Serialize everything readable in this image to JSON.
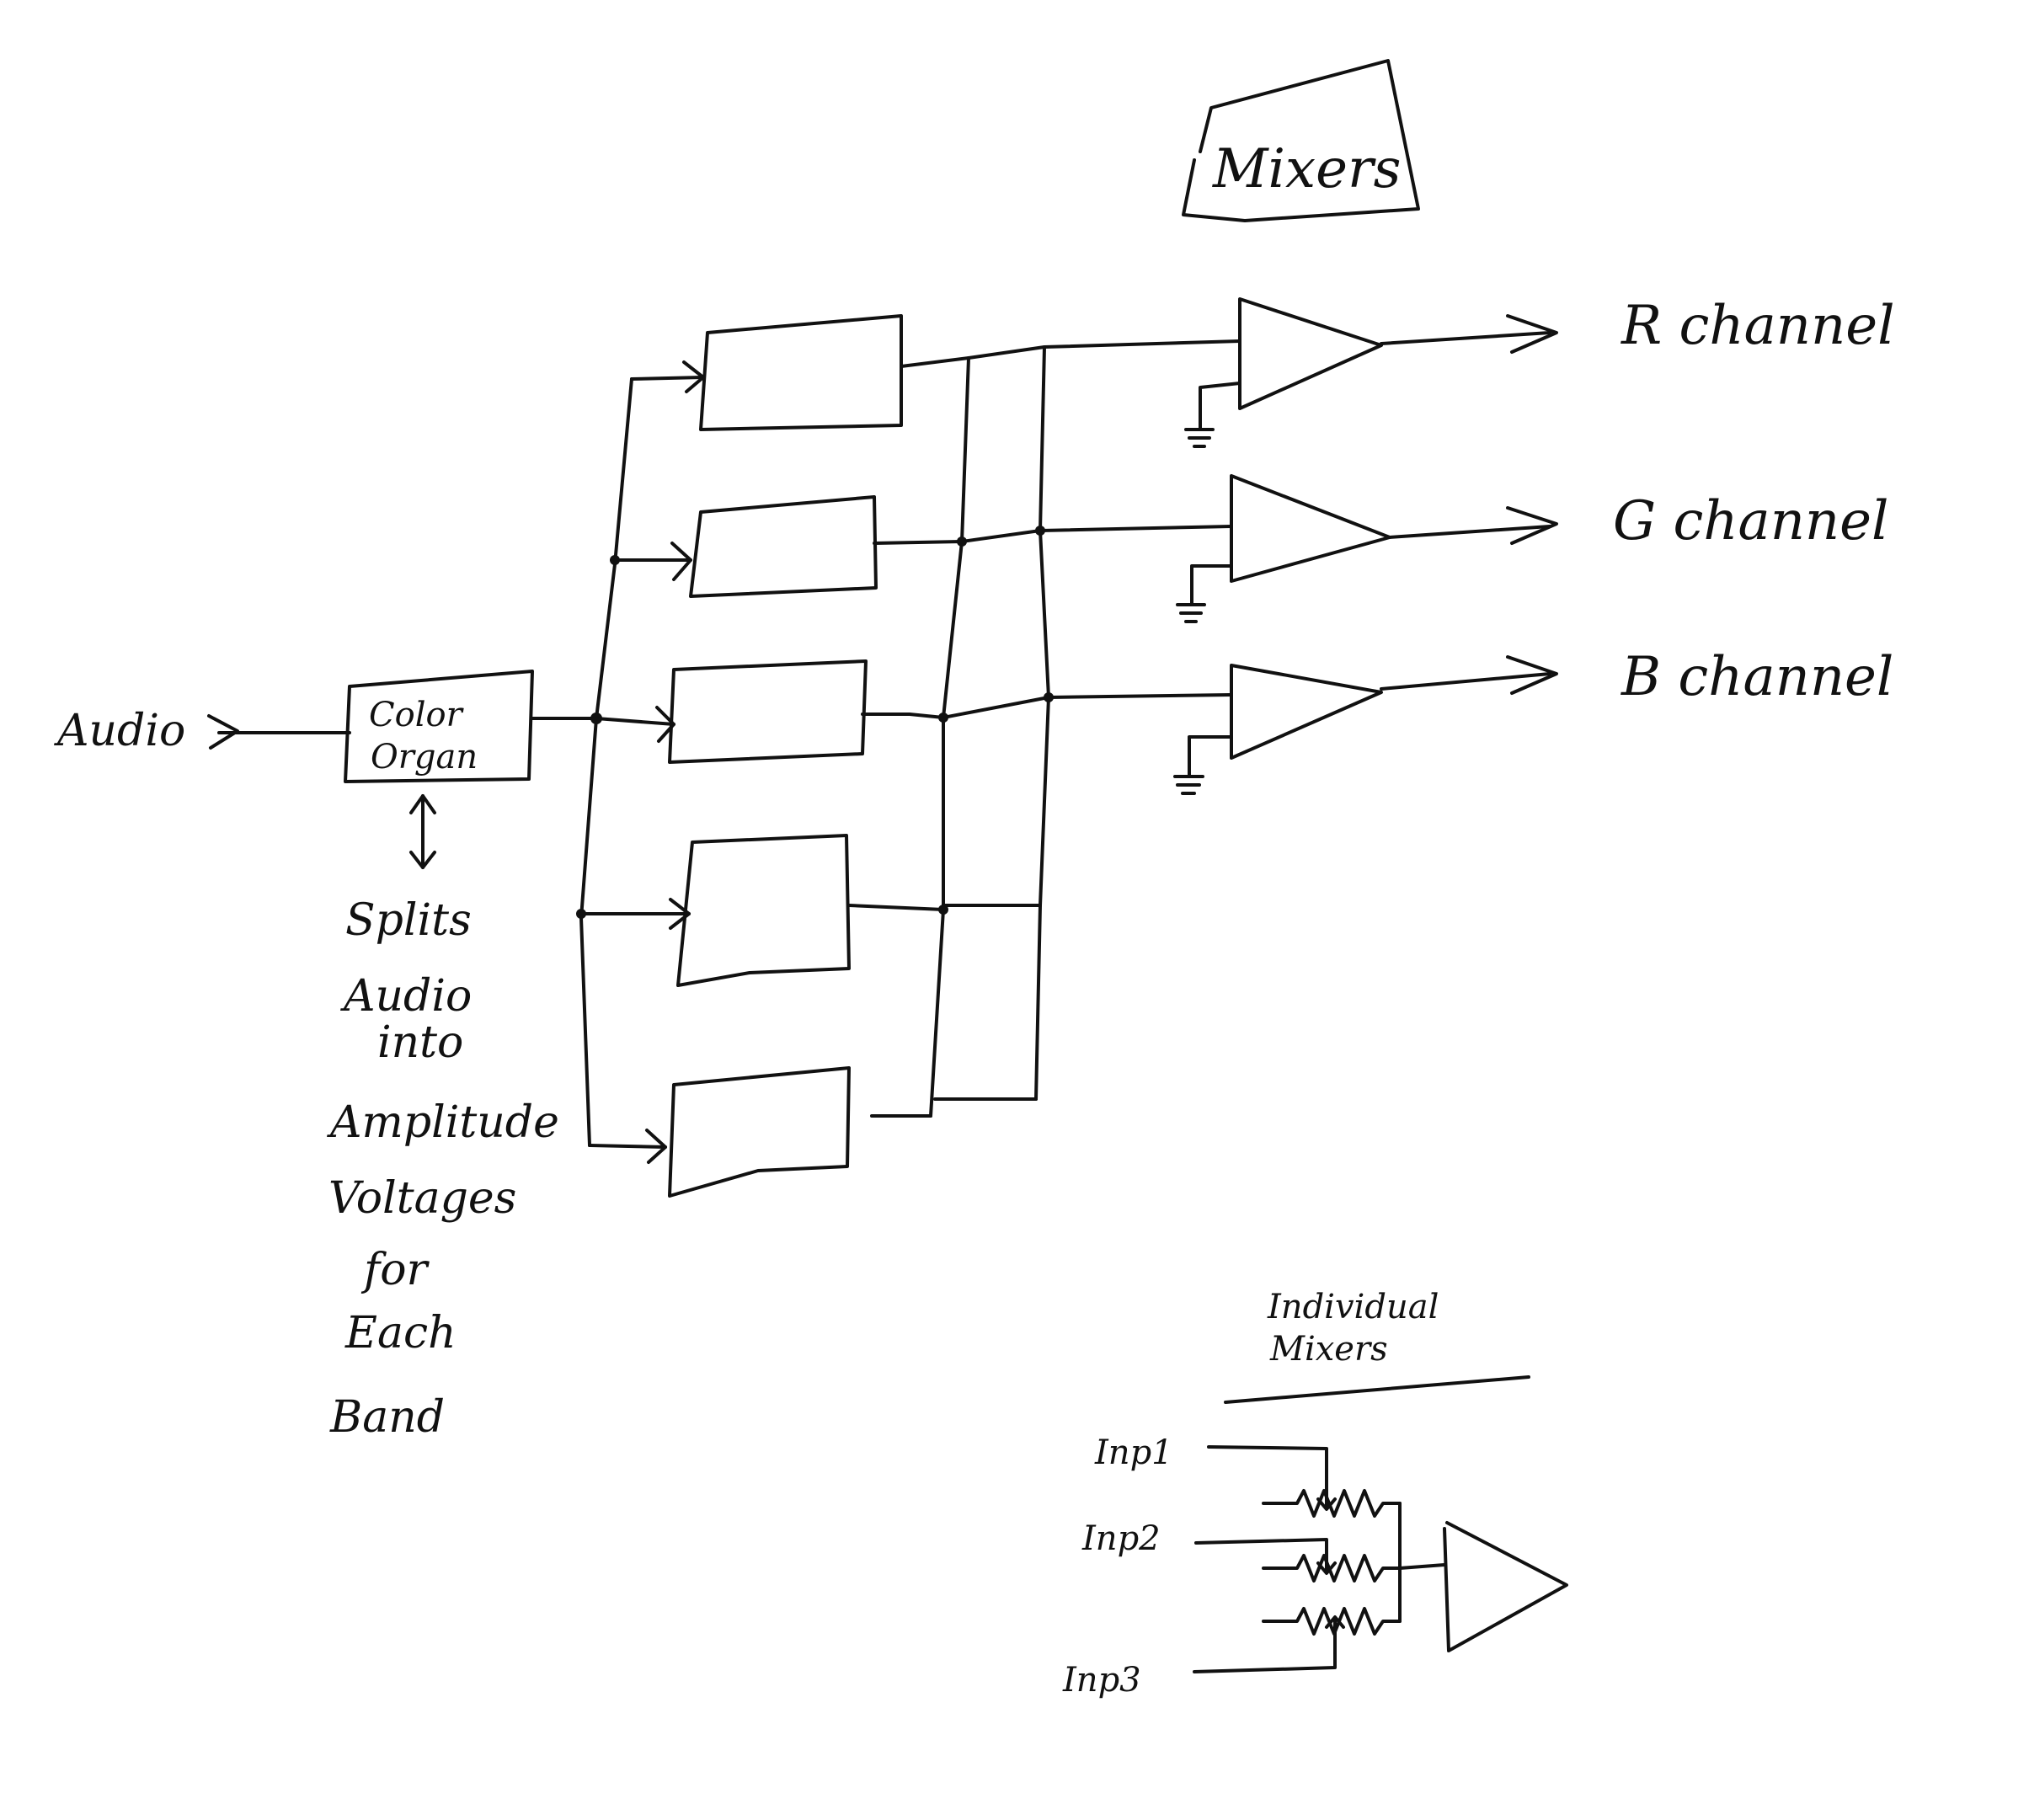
{
  "labels": {
    "mixers_title": "Mixers",
    "audio": "Audio",
    "color_organ_line1": "Color",
    "color_organ_line2": "Organ",
    "description": [
      "Splits",
      "Audio",
      "into",
      "Amplitude",
      "Voltages",
      "for",
      "Each",
      "Band"
    ],
    "r_channel": "R channel",
    "g_channel": "G channel",
    "b_channel": "B channel",
    "individual_mixers_line1": "Individual",
    "individual_mixers_line2": "Mixers",
    "inp1": "Inp1",
    "inp2": "Inp2",
    "inp3": "Inp3"
  },
  "ink_color": "#111111"
}
